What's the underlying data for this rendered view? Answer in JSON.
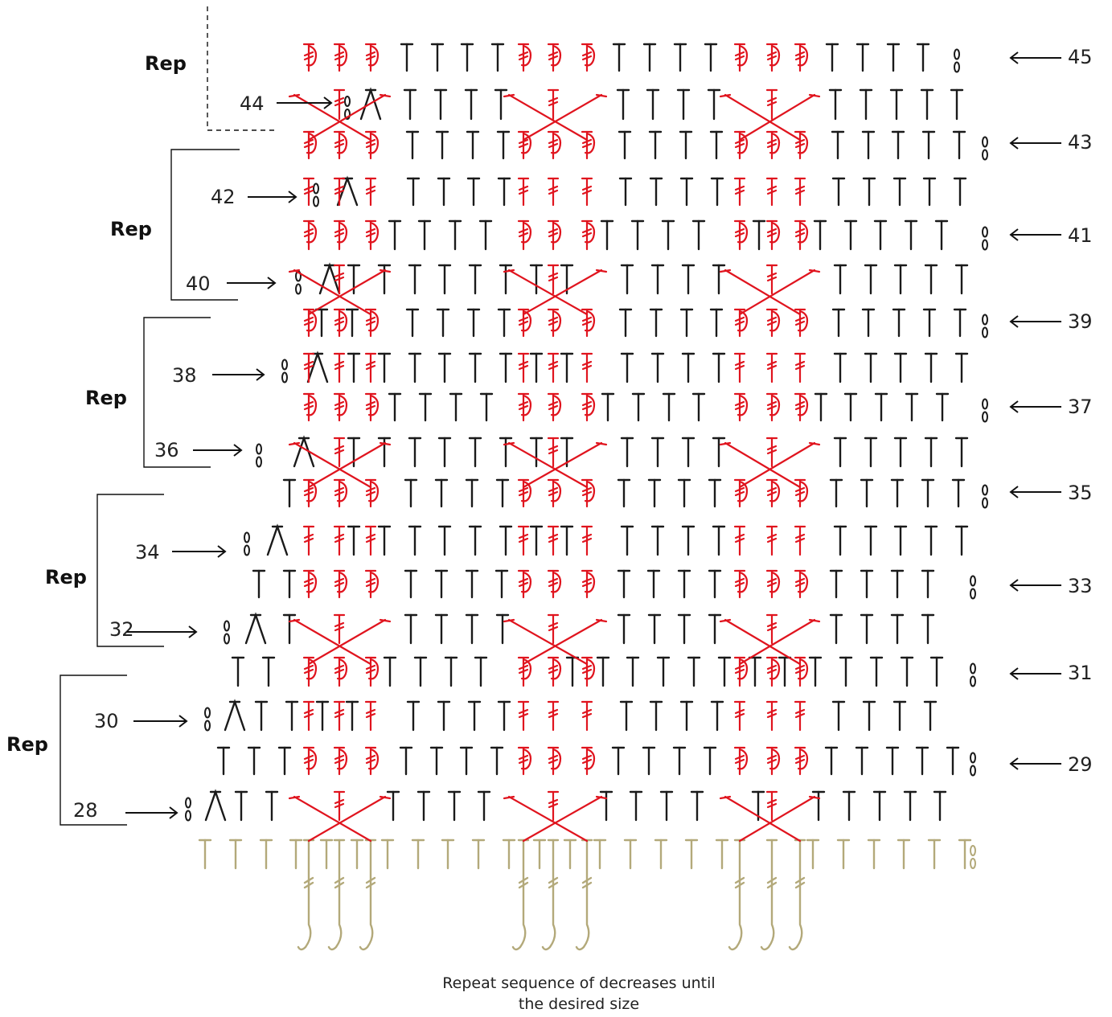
{
  "colors": {
    "black": "#1a1a1a",
    "red": "#e0141e",
    "tan": "#b3a97a"
  },
  "rows_left": [
    "44",
    "42",
    "40",
    "38",
    "36",
    "34",
    "32",
    "30",
    "28"
  ],
  "rows_right": [
    "45",
    "43",
    "41",
    "39",
    "37",
    "35",
    "33",
    "31",
    "29"
  ],
  "rep_label": "Rep",
  "caption_line1": "Repeat sequence of decreases until",
  "caption_line2": "the desired size",
  "icons": [
    "arrow-right-icon",
    "arrow-left-icon",
    "double-crochet-symbol",
    "decrease-symbol",
    "chain-symbol",
    "post-stitch-symbol"
  ]
}
